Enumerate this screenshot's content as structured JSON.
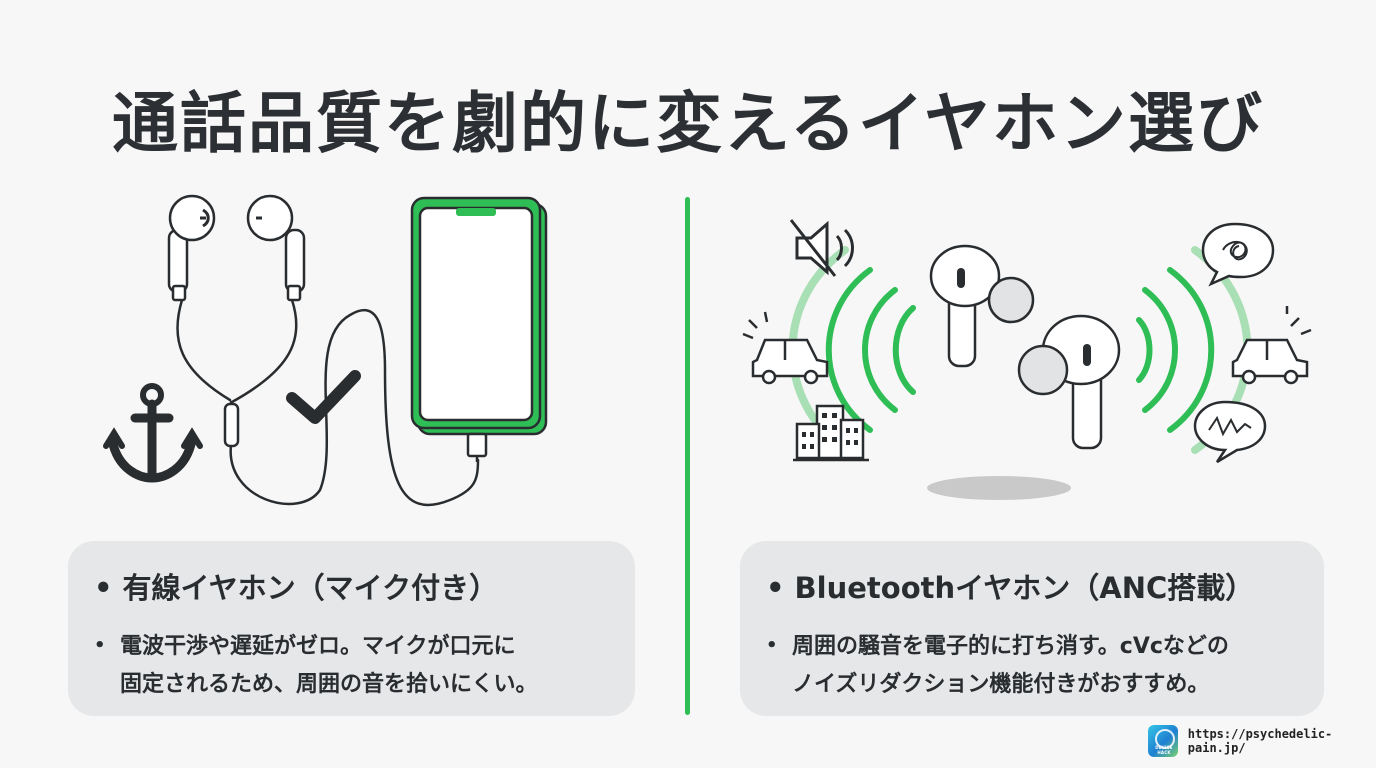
{
  "title": "通話品質を劇的に変えるイヤホン選び",
  "left_card": {
    "heading_bullet": "•",
    "heading": "有線イヤホン（マイク付き）",
    "body_bullet": "•",
    "body_line1": "電波干渉や遅延がゼロ。マイクが口元に",
    "body_line2": "固定されるため、周囲の音を拾いにくい。"
  },
  "right_card": {
    "heading_bullet": "•",
    "heading": "Bluetoothイヤホン（ANC搭載）",
    "body_bullet": "•",
    "body_line1": "周囲の騒音を電子的に打ち消す。cVcなどの",
    "body_line2": "ノイズリダクション機能付きがおすすめ。"
  },
  "footer": {
    "logo_text": "DEVICE HACK",
    "url": "https://psychedelic-pain.jp/"
  },
  "colors": {
    "accent_green": "#2fbd55",
    "light_green": "#a9dfb5",
    "ink": "#2a2d30",
    "card_bg": "#e6e7e9"
  },
  "icons": {
    "left": [
      "wired-earbuds-icon",
      "anchor-icon",
      "checkmark-icon",
      "smartphone-icon"
    ],
    "right": [
      "muted-speaker-icon",
      "tangled-speech-bubble-icon",
      "car-icon",
      "city-buildings-icon",
      "wireless-earbuds-icon",
      "speech-bubble-icon",
      "sound-wave-icon"
    ]
  }
}
